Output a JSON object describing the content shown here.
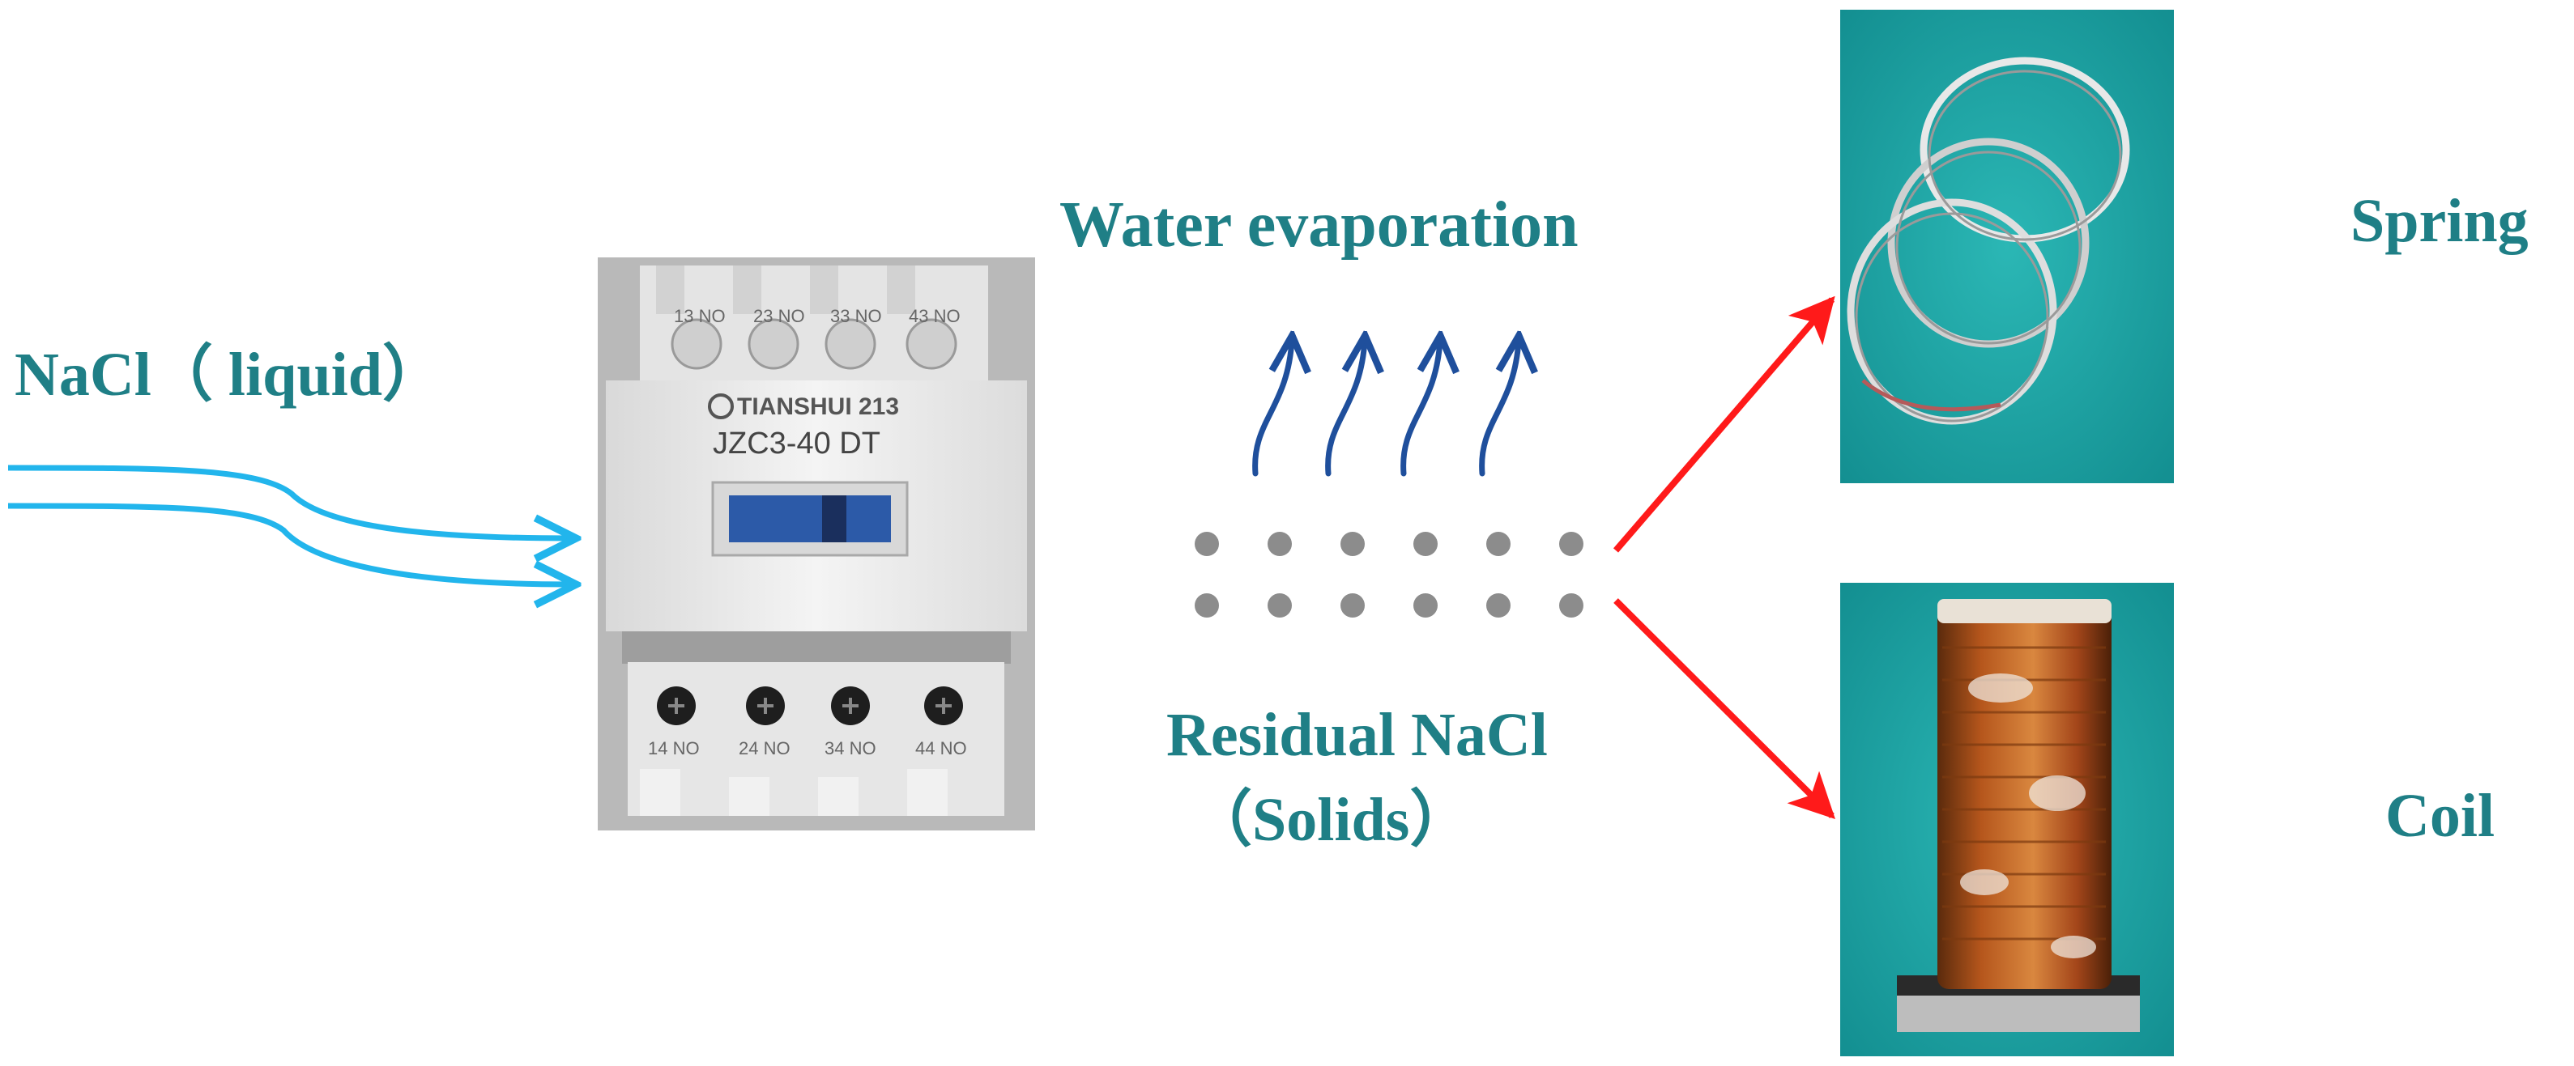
{
  "labels": {
    "nacl_liquid": "NaCl（ liquid）",
    "water_evaporation": "Water evaporation",
    "residual_nacl": "Residual NaCl",
    "solids": "（Solids）",
    "spring": "Spring",
    "coil": "Coil"
  },
  "contactor": {
    "brand": "TIANSHUI 213",
    "model": "JZC3-40 DT",
    "top_terminals": [
      "13 NO",
      "23 NO",
      "33 NO",
      "43 NO"
    ],
    "bottom_terminals": [
      "14 NO",
      "24 NO",
      "34 NO",
      "44 NO"
    ]
  },
  "colors": {
    "label_text": "#1f7f86",
    "liquid_arrow": "#22b5ec",
    "evaporation_arrow": "#1f4f9c",
    "residue_dot": "#8c8c8c",
    "red_arrow": "#ff1a1a",
    "photo_background": "#1aa3a3"
  }
}
